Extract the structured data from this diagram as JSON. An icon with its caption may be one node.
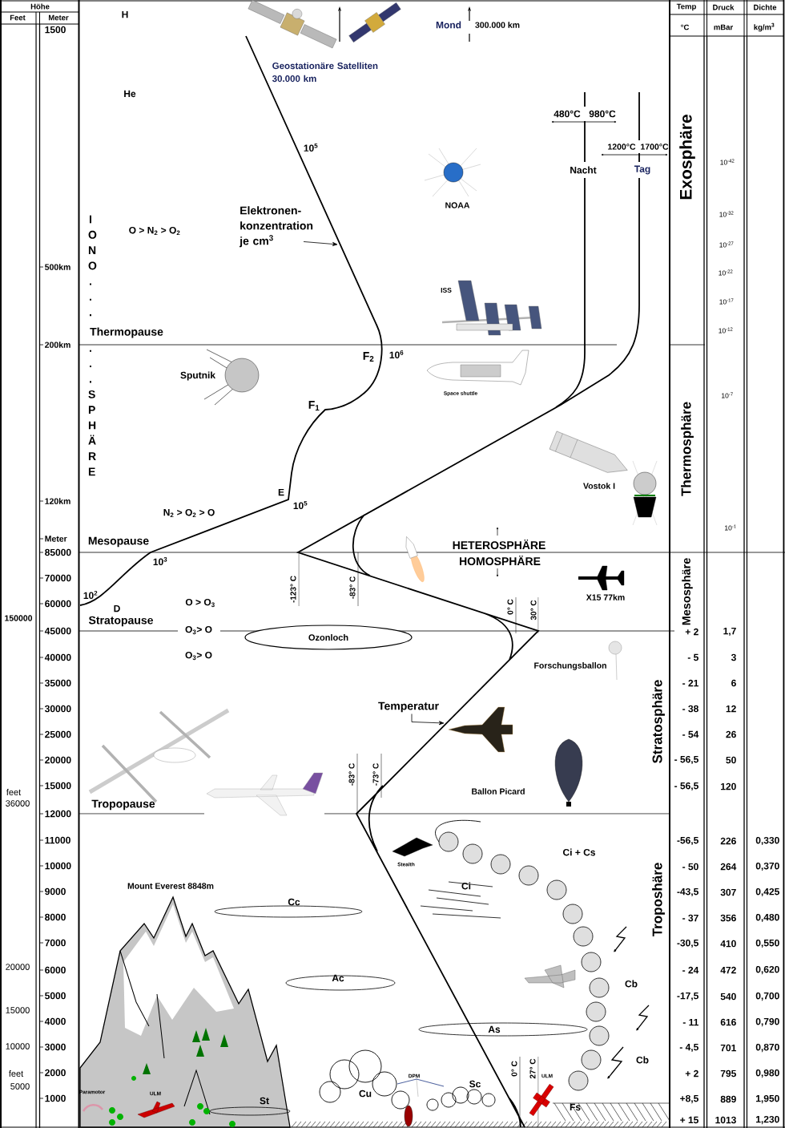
{
  "diagram": {
    "nodes": [
      {
        "text": [
          "Elektronen- konzentration je cm$^{3}$"
        ]
      },
      {
        "text": [
          "Temperatur"
        ]
      },
      {
        "text": [
          "Ozonloch"
        ]
      }
    ],
    "edges": [
      {
        "from": 0,
        "to": null,
        "arrow": "to"
      },
      {
        "from": 1,
        "to": null,
        "arrow": "to"
      }
    ],
    "labels": [
      "Höhe",
      "Feet",
      "Meter",
      "Temp",
      "Druck",
      "Dichte",
      "1500",
      "°C",
      "mBar",
      "kg/m$^{3}$",
      "500km",
      "200km",
      "120km",
      "Meter",
      "85000",
      "70000",
      "60000",
      "45000",
      "40000",
      "35000",
      "30000",
      "25000",
      "20000",
      "15000",
      "12000",
      "11000",
      "10000",
      "9000",
      "8000",
      "7000",
      "6000",
      "5000",
      "4000",
      "3000",
      "2000",
      "1000",
      "150000",
      "feet",
      "36000",
      "20000",
      "15000",
      "10000",
      "feet",
      "5000",
      "H",
      "Mond",
      "300.000 km",
      "Geostationäre Satelliten 30.000 km",
      "He",
      "480°C",
      "980°C",
      "10$^{5}$",
      "1200°C",
      "1700°C",
      "Nacht",
      "Tag",
      "NOAA",
      "I O N O . . .",
      "O > N$_{2}$ > O$_{2}$",
      "ISS",
      "Thermopause",
      ". . . S P H Ä R E",
      "F$_{2}$",
      "10$^{6}$",
      "Sputnik",
      "Space shuttle",
      "F$_{1}$",
      "Vostok I",
      "E",
      "10$^{5}$",
      "N$_{2}$ > O$_{2}$ > O",
      "Mesopause",
      "HETEROSPHÄRE",
      "10$^{3}$",
      "HOMOSPHÄRE",
      "-123° C",
      "-83° C",
      "10$^{2}$",
      "X15 77km",
      "O > O$_{3}$",
      "D",
      "0° C",
      "30° C",
      "Stratopause",
      "O$_{3}$> O",
      "O$_{3}$> O",
      "Forschungsballon",
      "-83° C",
      "-73° C",
      "Ballon Picard",
      "Tropopause",
      "Ci + Cs",
      "Stealth",
      "Mount Everest 8848m",
      "Ci",
      "Cc",
      "Ac",
      "Cb",
      "As",
      "Cb",
      "0° C",
      "27° C",
      "DPM",
      "ULM",
      "Sc",
      "Paramotor",
      "ULM",
      "Cu",
      "St",
      "Fs",
      "Exosphäre",
      "10$^{-42}$",
      "10$^{-32}$",
      "10$^{-27}$",
      "10$^{-22}$",
      "10$^{-17}$",
      "10$^{-12}$",
      "10$^{-7}$",
      "Thermosphäre",
      "10$^{-1}$",
      "Mesosphäre",
      "Stratosphäre",
      "Troposhäre",
      "+ 2",
      "1,7",
      "- 5",
      "3",
      "- 21",
      "6",
      "- 38",
      "12",
      "- 54",
      "26",
      "- 56,5",
      "50",
      "- 56,5",
      "120",
      "-56,5",
      "226",
      "0,330",
      "- 50",
      "264",
      "0,370",
      "-43,5",
      "307",
      "0,425",
      "- 37",
      "356",
      "0,480",
      "-30,5",
      "410",
      "0,550",
      "- 24",
      "472",
      "0,620",
      "-17,5",
      "540",
      "0,700",
      "- 11",
      "616",
      "0,790",
      "- 4,5",
      "701",
      "0,870",
      "+ 2",
      "795",
      "0,980",
      "+8,5",
      "889",
      "1,950",
      "+ 15",
      "1013",
      "1,230"
    ]
  }
}
